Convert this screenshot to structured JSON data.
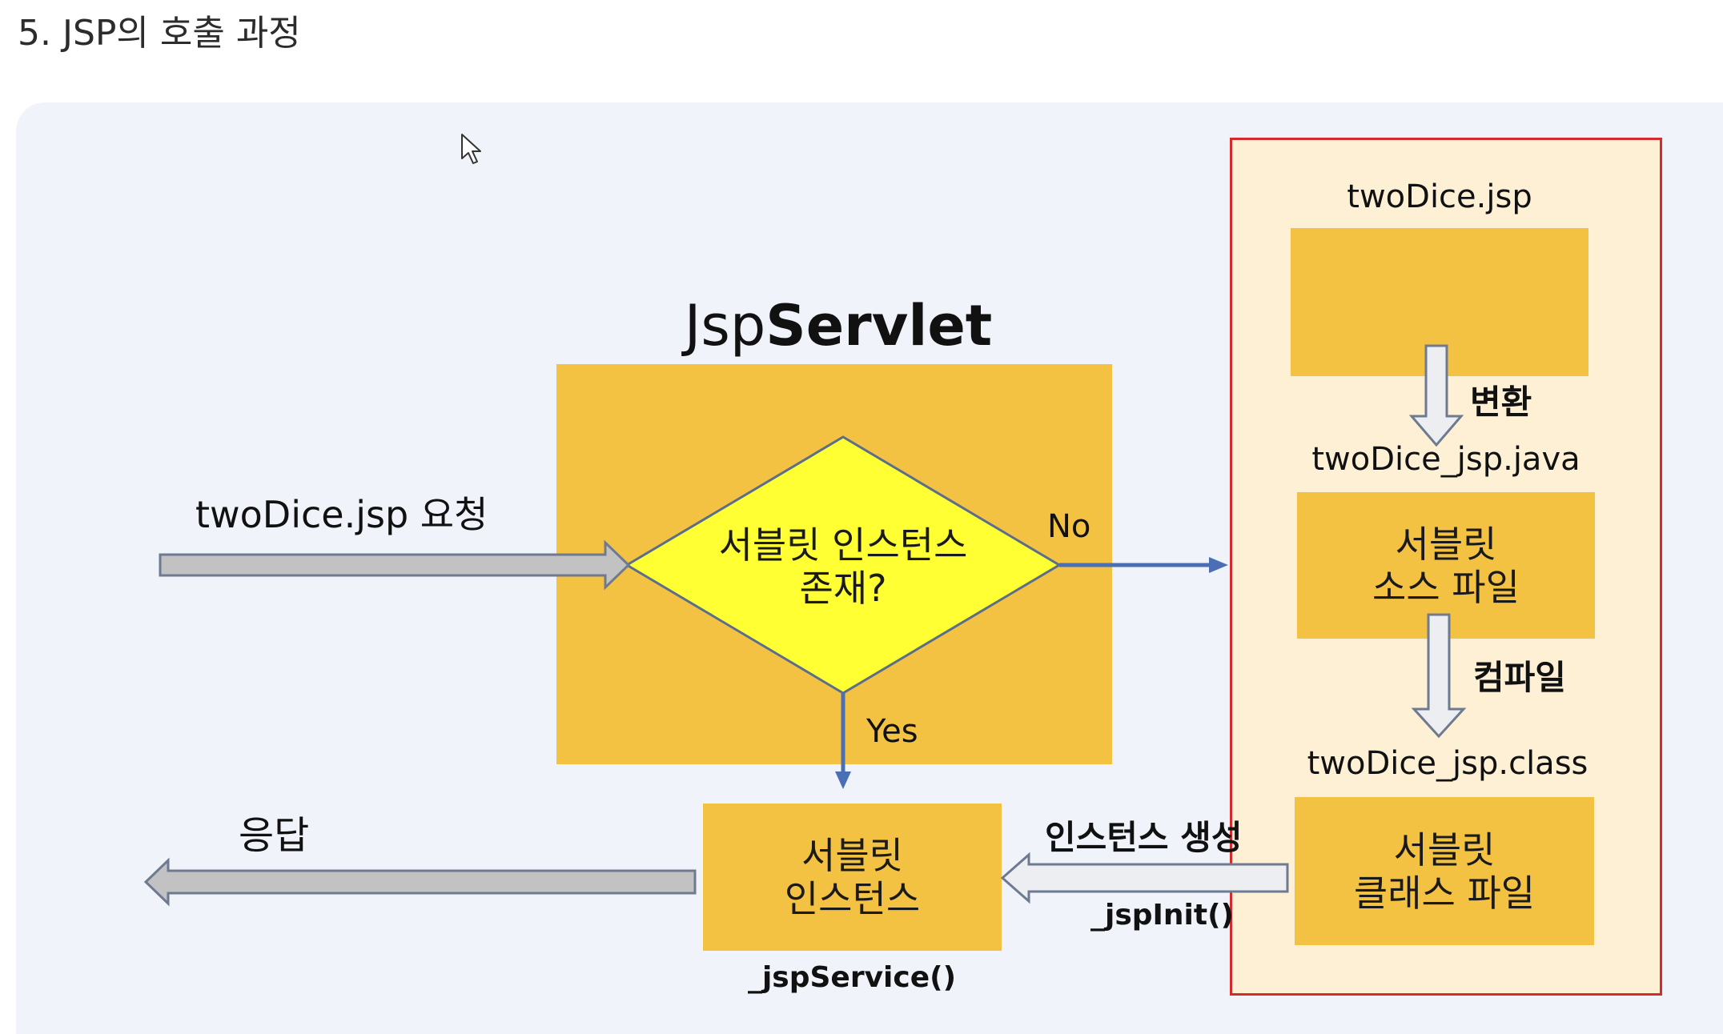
{
  "page": {
    "title": "5. JSP의 호출 과정"
  },
  "diagram": {
    "servlet_title_regular": "Jsp",
    "servlet_title_bold": "Servlet",
    "request_label": "twoDice.jsp 요청",
    "decision": {
      "line1": "서블릿 인스턴스",
      "line2": "존재?"
    },
    "no_label": "No",
    "yes_label": "Yes",
    "response_label": "응답",
    "instance_box": {
      "line1": "서블릿",
      "line2": "인스턴스"
    },
    "jsp_service_label": "_jspService()",
    "create_instance_label": "인스턴스 생성",
    "jsp_init_label": "_jspInit()",
    "translation": {
      "jsp_file": "twoDice.jsp",
      "convert_label": "변환",
      "java_file": "twoDice_jsp.java",
      "source_box": {
        "line1": "서블릿",
        "line2": "소스 파일"
      },
      "compile_label": "컴파일",
      "class_file": "twoDice_jsp.class",
      "class_box": {
        "line1": "서블릿",
        "line2": "클래스 파일"
      }
    }
  },
  "colors": {
    "box_fill": "#f4c243",
    "decision_fill": "#ffff33",
    "container_fill": "#fdf0d5",
    "container_border": "#d42a2a",
    "blue_arrow": "#4a6fb5",
    "gray_arrow_fill": "#c2c2c2",
    "gray_arrow_stroke": "#6e7a90"
  }
}
